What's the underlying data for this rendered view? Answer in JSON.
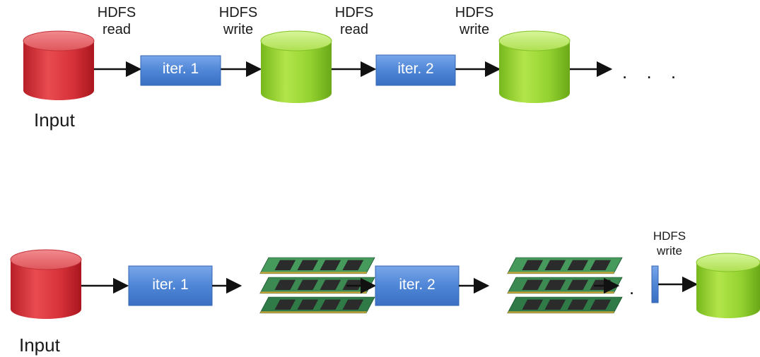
{
  "top_row": {
    "labels": [
      {
        "line1": "HDFS",
        "line2": "read"
      },
      {
        "line1": "HDFS",
        "line2": "write"
      },
      {
        "line1": "HDFS",
        "line2": "read"
      },
      {
        "line1": "HDFS",
        "line2": "write"
      }
    ],
    "iter1": "iter. 1",
    "iter2": "iter. 2",
    "input": "Input",
    "ellipsis": ". . ."
  },
  "bottom_row": {
    "iter1": "iter. 1",
    "iter2": "iter. 2",
    "input": "Input",
    "ellipsis": ".",
    "hdfs_line1": "HDFS",
    "hdfs_line2": "write"
  },
  "colors": {
    "input_red": "#d9333a",
    "storage_green": "#8ccf2a",
    "iter_blue": "#4f86d6",
    "ram_green": "#3c8a52",
    "arrow": "#111111"
  }
}
